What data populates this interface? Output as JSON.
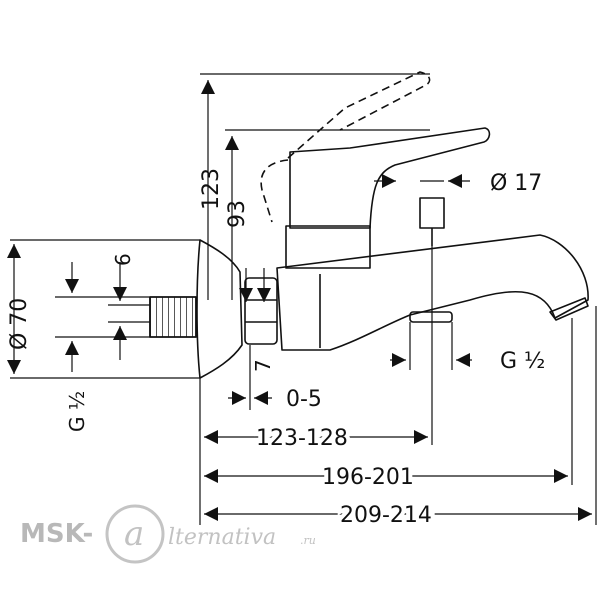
{
  "dimensions": {
    "height_total": "123",
    "height_lever": "93",
    "diameter_flange": "Ø 70",
    "thread_inlet": "G ½",
    "dim_6": "6",
    "dim_7": "7",
    "dim_0_5": "0-5",
    "diameter_17": "Ø 17",
    "thread_outlet": "G ½",
    "length_123_128": "123-128",
    "length_196_201": "196-201",
    "length_209_214": "209-214"
  },
  "watermark": {
    "brand": "MSK-",
    "logo_glyph": "a",
    "tail": "lternativa",
    "domain_suffix": ".ru"
  }
}
